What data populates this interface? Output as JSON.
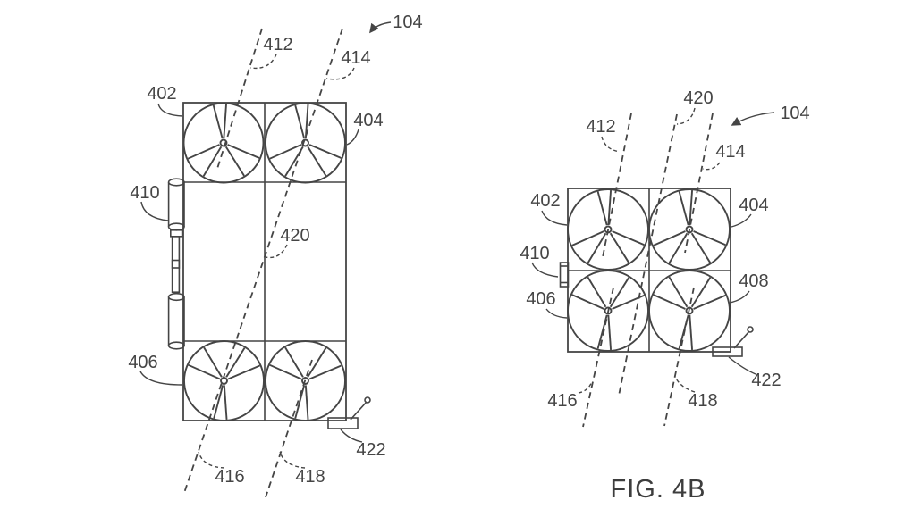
{
  "caption": "FIG. 4B",
  "colors": {
    "ink": "#454545",
    "background": "#ffffff"
  },
  "left_view": {
    "refs": {
      "r104": "104",
      "r402": "402",
      "r404": "404",
      "r406": "406",
      "r410": "410",
      "r412": "412",
      "r414": "414",
      "r416": "416",
      "r418": "418",
      "r420": "420",
      "r422": "422"
    }
  },
  "right_view": {
    "refs": {
      "r104": "104",
      "r402": "402",
      "r404": "404",
      "r406": "406",
      "r408": "408",
      "r410": "410",
      "r412": "412",
      "r414": "414",
      "r416": "416",
      "r418": "418",
      "r420": "420",
      "r422": "422"
    }
  }
}
